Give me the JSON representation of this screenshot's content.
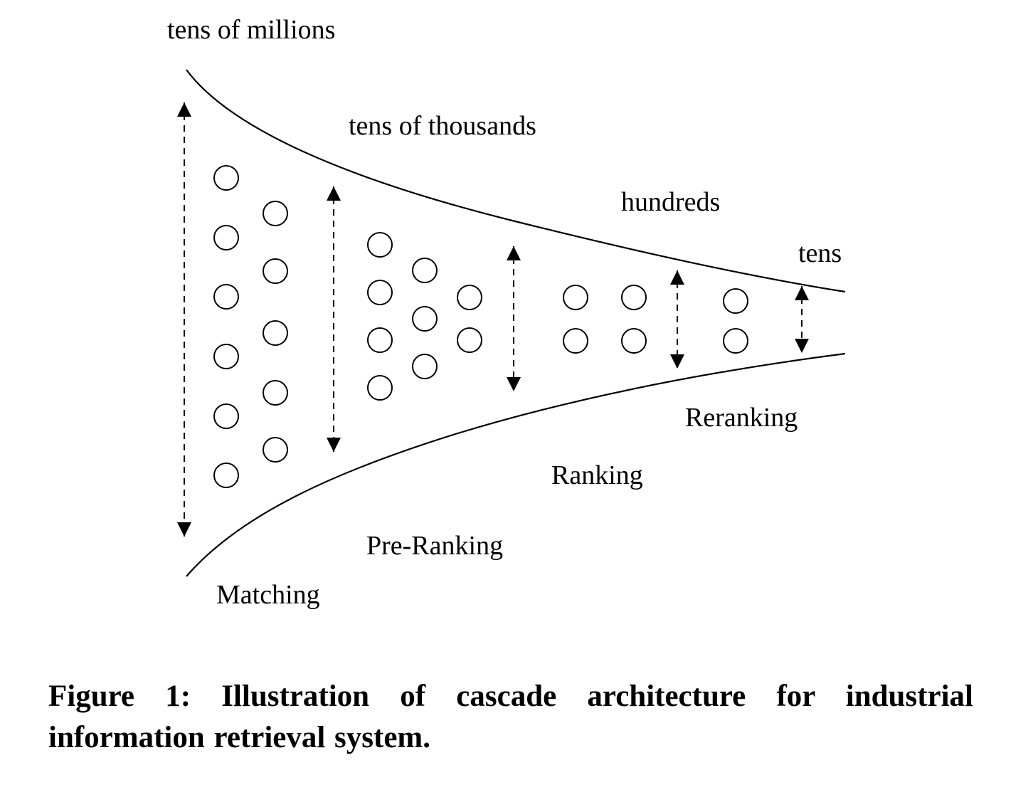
{
  "diagram": {
    "count_labels": {
      "matching": "tens of millions",
      "pre_ranking": "tens of thousands",
      "ranking": "hundreds",
      "reranking": "tens"
    },
    "stage_labels": {
      "matching": "Matching",
      "pre_ranking": "Pre-Ranking",
      "ranking": "Ranking",
      "reranking": "Reranking"
    }
  },
  "caption": "Figure 1: Illustration of cascade architecture for industrial information retrieval system."
}
